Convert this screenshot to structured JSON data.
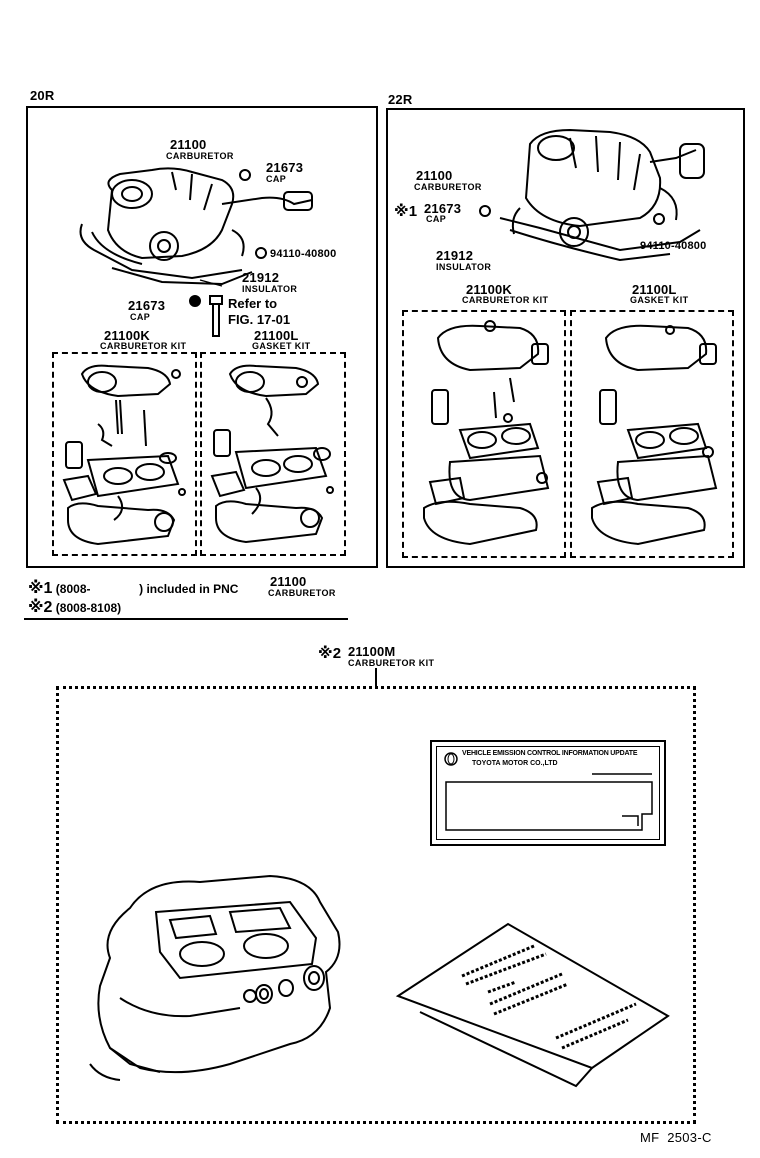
{
  "panel_20r": {
    "title": "20R",
    "carb_num": "21100",
    "carb_name": "CARBURETOR",
    "cap_num": "21673",
    "cap_name": "CAP",
    "bolt_num": "94110-40800",
    "ins_num": "21912",
    "ins_name": "INSULATOR",
    "cap2_num": "21673",
    "cap2_name": "CAP",
    "refer_1": "Refer to",
    "refer_2": "FIG. 17-01",
    "kit_num": "21100K",
    "kit_name": "CARBURETOR KIT",
    "gasket_num": "21100L",
    "gasket_name": "GASKET KIT"
  },
  "panel_22r": {
    "title": "22R",
    "carb_num": "21100",
    "carb_name": "CARBURETOR",
    "cap_mark": "※1",
    "cap_num": "21673",
    "cap_name": "CAP",
    "ins_num": "21912",
    "ins_name": "INSULATOR",
    "bolt_num": "94110-40800",
    "kit_num": "21100K",
    "kit_name": "CARBURETOR KIT",
    "gasket_num": "21100L",
    "gasket_name": "GASKET KIT"
  },
  "notes": {
    "n1_mark": "※1",
    "n1_range": "(8008-",
    "n1_text": ") included in PNC",
    "n1_pnc": "21100",
    "n1_pnc_name": "CARBURETOR",
    "n2_mark": "※2",
    "n2_range": "(8008-8108)"
  },
  "kit_m": {
    "mark": "※2",
    "num": "21100M",
    "name": "CARBURETOR KIT",
    "label_line1": "VEHICLE EMISSION CONTROL INFORMATION UPDATE",
    "label_line2": "TOYOTA MOTOR CO.,LTD"
  },
  "footer": {
    "code": "MF  2503-C"
  }
}
